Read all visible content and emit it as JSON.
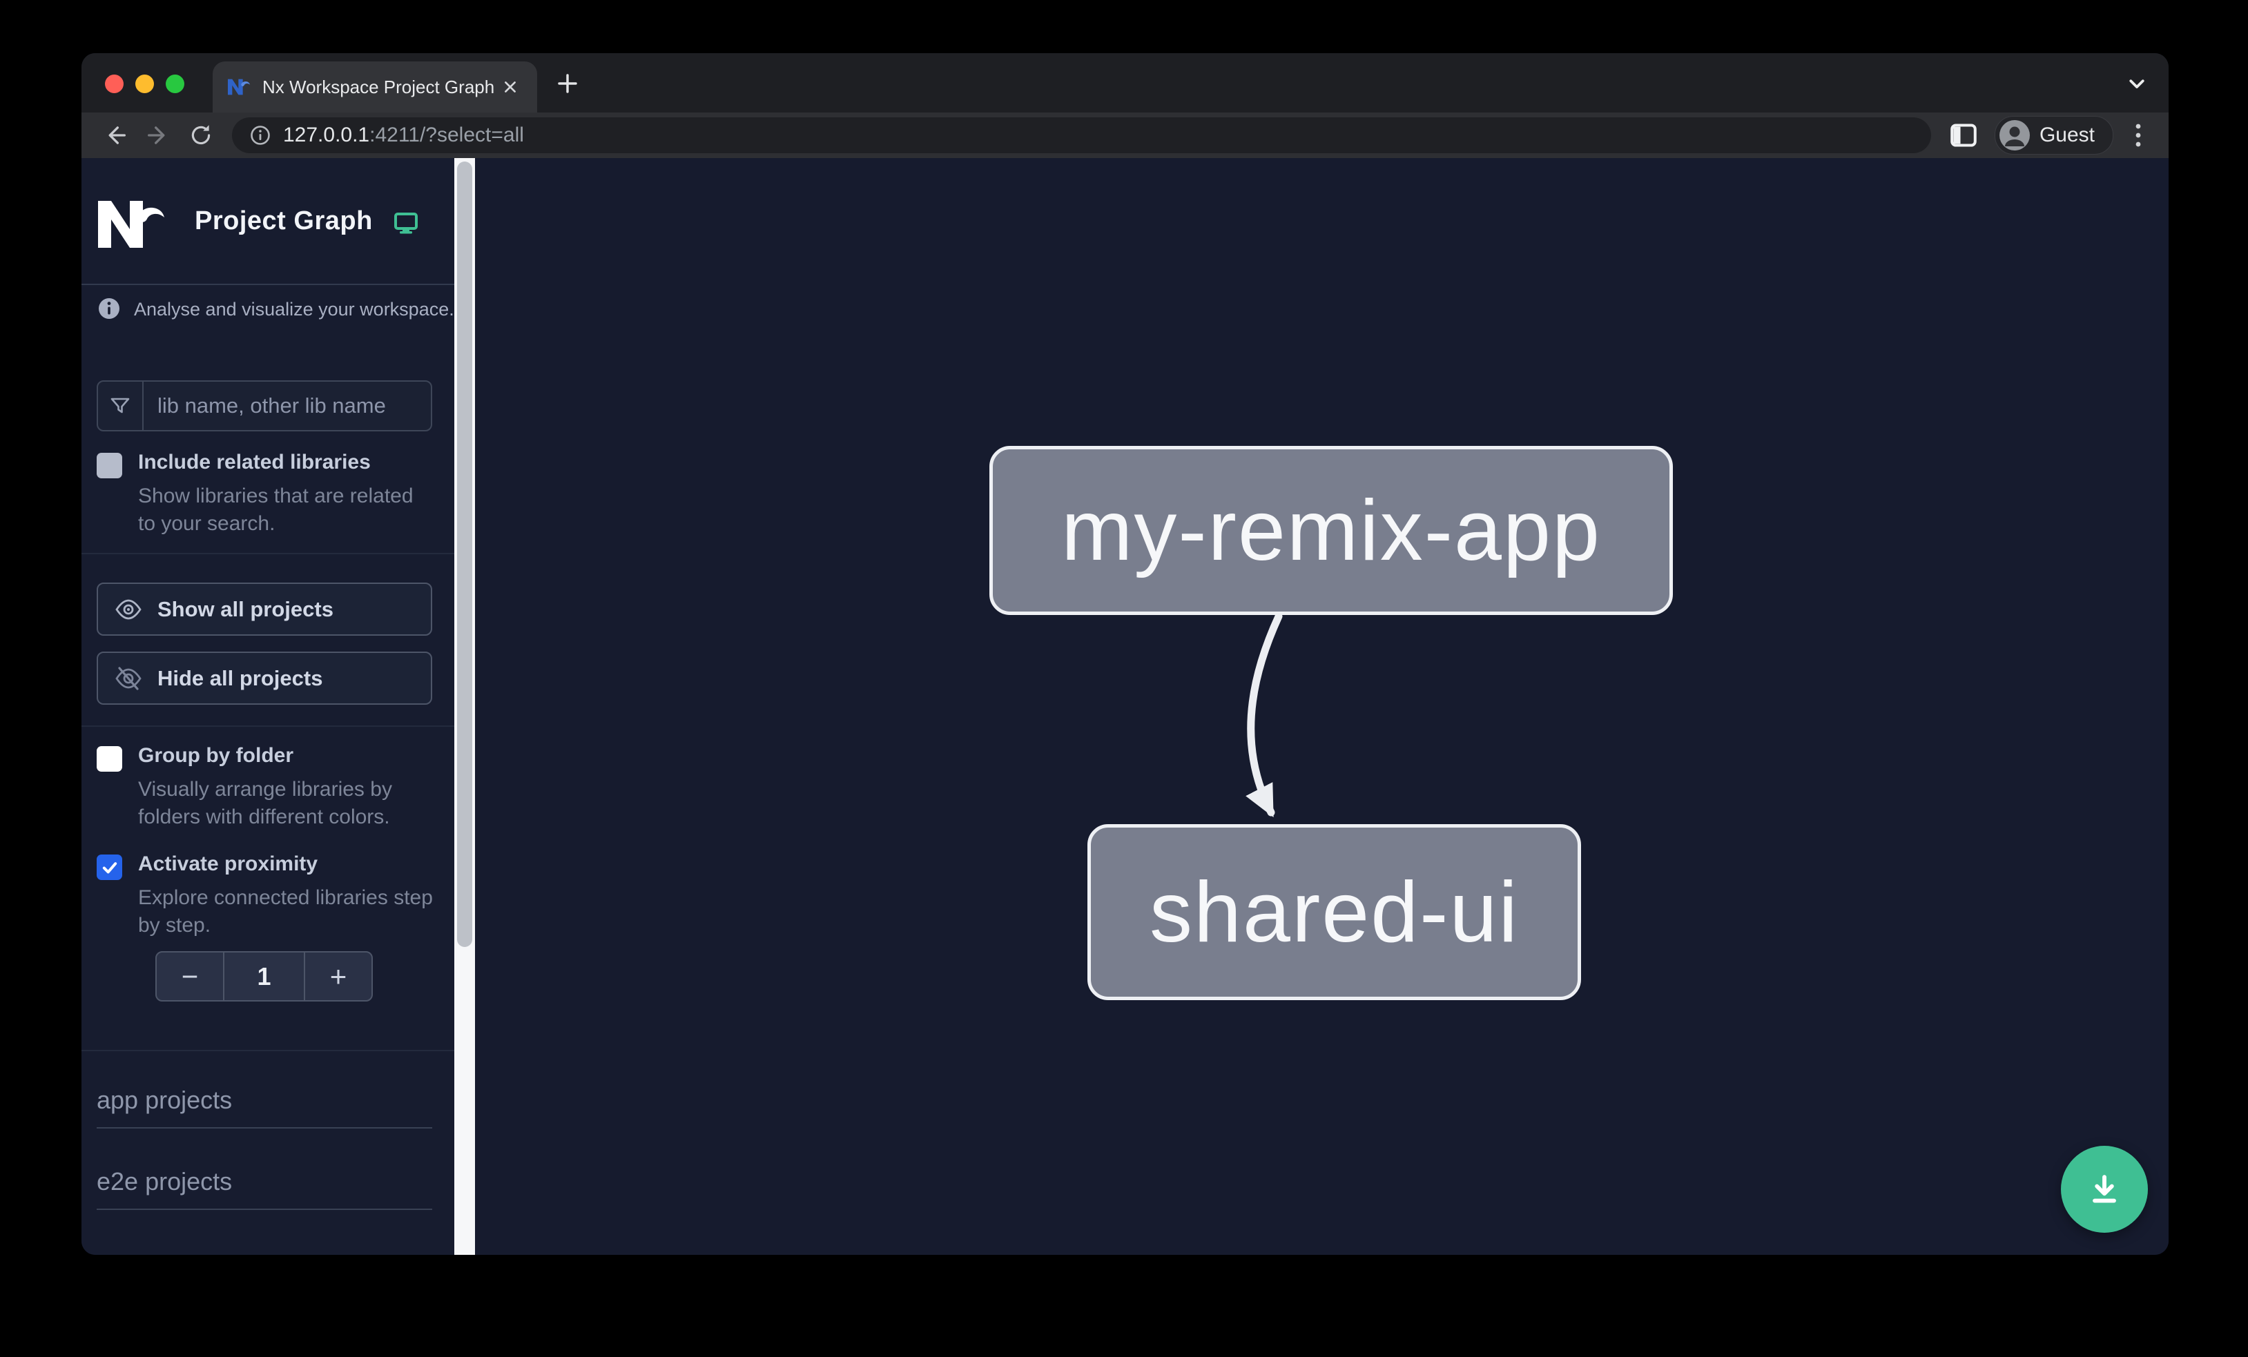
{
  "browser": {
    "tab_title": "Nx Workspace Project Graph",
    "url_host": "127.0.0.1",
    "url_path": ":4211/?select=all",
    "profile_label": "Guest"
  },
  "sidebar": {
    "title": "Project Graph",
    "tagline": "Analyse and visualize your workspace.",
    "filter_placeholder": "lib name, other lib name",
    "include_related": {
      "label": "Include related libraries",
      "description": "Show libraries that are related to your search.",
      "checked": false
    },
    "show_all_label": "Show all projects",
    "hide_all_label": "Hide all projects",
    "group_by_folder": {
      "label": "Group by folder",
      "description": "Visually arrange libraries by folders with different colors.",
      "checked": false
    },
    "activate_proximity": {
      "label": "Activate proximity",
      "description": "Explore connected libraries step by step.",
      "checked": true
    },
    "proximity_counter": {
      "decrement": "−",
      "value": "1",
      "increment": "+"
    },
    "sections": {
      "app": "app projects",
      "e2e": "e2e projects"
    }
  },
  "graph": {
    "nodes": {
      "app": "my-remix-app",
      "lib": "shared-ui"
    },
    "edges": [
      {
        "source": "my-remix-app",
        "target": "shared-ui"
      }
    ]
  },
  "colors": {
    "accent_green": "#3FBF93",
    "proximity_checkbox_blue": "#2563EB",
    "node_fill": "#797E8E",
    "node_border": "#EEF0F4",
    "canvas_background": "#161B2E"
  }
}
